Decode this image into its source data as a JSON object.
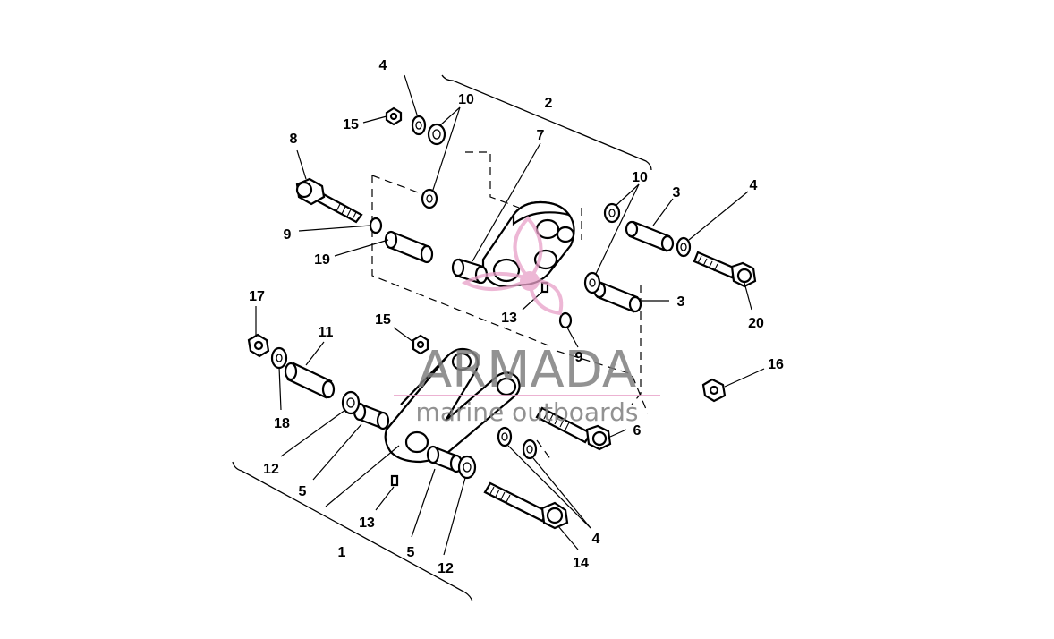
{
  "callouts": {
    "n1": "1",
    "n2": "2",
    "n3a": "3",
    "n3b": "3",
    "n4a": "4",
    "n4b": "4",
    "n4c": "4",
    "n5a": "5",
    "n5b": "5",
    "n6": "6",
    "n7": "7",
    "n8": "8",
    "n9a": "9",
    "n9b": "9",
    "n10a": "10",
    "n10b": "10",
    "n11": "11",
    "n12a": "12",
    "n12b": "12",
    "n13a": "13",
    "n13b": "13",
    "n14": "14",
    "n15a": "15",
    "n15b": "15",
    "n16": "16",
    "n17": "17",
    "n18": "18",
    "n19": "19",
    "n20": "20"
  },
  "watermark": {
    "brand": "ARMADA",
    "tagline": "marine outboards",
    "brand_color": "#7f7f7f",
    "accent_color": "#e8a0c8"
  }
}
